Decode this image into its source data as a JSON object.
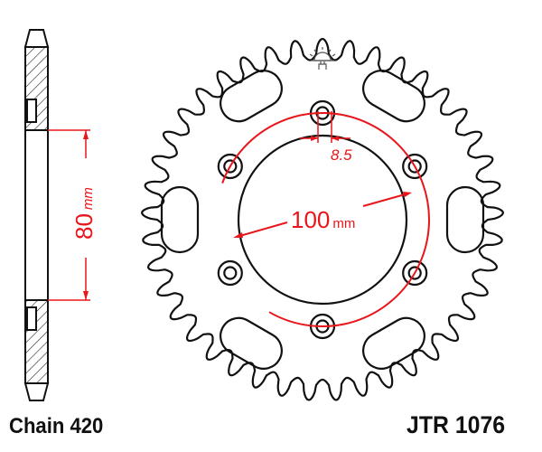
{
  "chain_label": "Chain 420",
  "part_number": "JTR 1076",
  "dimensions": {
    "offset": {
      "value": "80",
      "unit": "mm"
    },
    "pcd": {
      "value": "100",
      "unit": "mm"
    },
    "bolt_hole": "8.5"
  },
  "sprocket": {
    "teeth": 41,
    "bolt_holes": 6,
    "slots": 6
  },
  "colors": {
    "line": "#111111",
    "dimension": "#e8161b"
  },
  "logo": "sun-logo"
}
